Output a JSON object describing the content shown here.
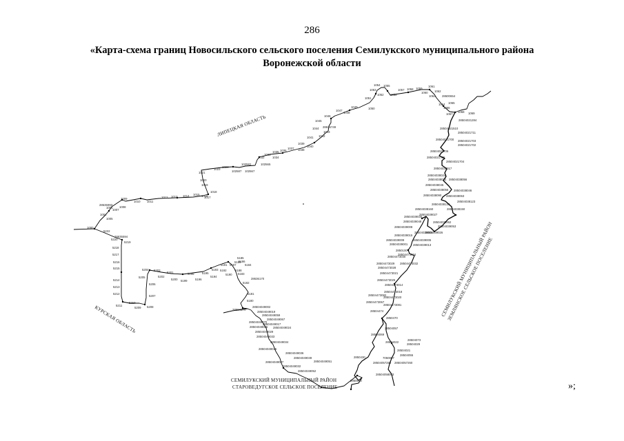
{
  "page": {
    "number": "286",
    "title_line1": "«Карта-схема границ Новосильского сельского поселения Семилукского муниципального района",
    "title_line2": "Воронежской области",
    "closing_mark": "»;"
  },
  "map": {
    "line_color": "#000000",
    "region_labels": {
      "north": "ЛИПЕЦКАЯ ОБЛАСТЬ",
      "southwest": "КУРСКАЯ ОБЛАСТЬ",
      "east_line1": "СЕМИЛУКСКИЙ МУНИЦИПАЛЬНЫЙ РАЙОН",
      "east_line2": "ЗЕМЛЯНСКОЕ СЕЛЬСКОЕ ПОСЕЛЕНИЕ",
      "south_line1": "СЕМИЛУКСКИЙ МУНИЦИПАЛЬНЫЙ РАЙОН",
      "south_line2": "СТАРОВЕДУГСКОЕ СЕЛЬСКОЕ ПОСЕЛЕНИЕ"
    },
    "point_labels": {
      "n1054": "1054",
      "n1055": "1055",
      "n1053": "1053",
      "n1052": "1052",
      "n1051": "1051",
      "n1050": "1050",
      "n1056": "1056",
      "n1057": "1057",
      "n1058": "1058",
      "n1059": "1059",
      "n1060": "1060",
      "n1061": "1061",
      "n1062": "1062",
      "n1063": "1063",
      "n1064": "1064",
      "n1065": "1065",
      "n1066": "1066",
      "n1067": "1067",
      "n1068": "1068",
      "n1069": "1069",
      "n28600654": "28600654",
      "n1049": "1049",
      "n1048": "1048",
      "n1047": "1047",
      "n1046": "1046",
      "n1045": "1045",
      "n1044": "1044",
      "n1043": "1043",
      "n1042": "1042",
      "n1041": "1041",
      "n1040": "1040",
      "n1039": "1039",
      "n1038": "1038",
      "n1037": "1037",
      "n1036": "1036",
      "n1035": "1035",
      "n1034": "1034",
      "n1033": "1033",
      "n1032": "1032",
      "n28636749": "28636749",
      "n102582": "102582",
      "n102587": "102587",
      "n102567": "102567",
      "n102565": "102565",
      "n1024": "1024",
      "n1023": "1023",
      "n1021": "1021",
      "n1020": "1020",
      "n1019": "1019",
      "n1018": "1018",
      "n1017": "1017",
      "n1016": "1016",
      "n1015": "1015",
      "n1014": "1014",
      "n1013": "1013",
      "n1012": "1012",
      "n1011": "1011",
      "n1010": "1010",
      "n1009": "1009",
      "n1008": "1008",
      "n1007": "1007",
      "n1006": "1006",
      "n1005": "1005",
      "n1004": "1004",
      "n1000": "1000",
      "n28635993": "28635993",
      "n5222": "5222",
      "n5220": "5220",
      "n28635594": "28635594",
      "n5219": "5219",
      "n5218": "5218",
      "n5217": "5217",
      "n5216": "5216",
      "n5215": "5215",
      "n5214": "5214",
      "n5213": "5213",
      "n5212": "5212",
      "n5211": "5211",
      "n5210": "5210",
      "n5209": "5209",
      "n5208": "5208",
      "n5207": "5207",
      "n5206": "5206",
      "n5205": "5205",
      "n5204": "5204",
      "n5203": "5203",
      "n5202": "5202",
      "n5201": "5201",
      "n5200": "5200",
      "n5199": "5199",
      "n5198": "5198",
      "n5196": "5196",
      "n5195": "5195",
      "n5194": "5194",
      "n5193": "5193",
      "n5192": "5192",
      "n5191": "5191",
      "n5190": "5190",
      "n5189": "5189",
      "n5188": "5188",
      "n5187": "5187",
      "n5186": "5186",
      "n5185": "5185",
      "n5184": "5184",
      "n5183": "5183",
      "n28636170": "28636170",
      "n5182": "5182",
      "n5181": "5181",
      "n5180": "5180",
      "n28504174": "28504174"
    },
    "long_labels": [
      "28504049002",
      "28504049019",
      "28504049059",
      "28504049067",
      "28504049070",
      "28504049017",
      "28504049086",
      "28504049024",
      "28504049029",
      "28504049033",
      "28504049034",
      "28504049035",
      "28504049036",
      "28504049049",
      "28504049037",
      "28504049032",
      "28504049051",
      "28504049052",
      "2850430",
      "2850550",
      "28504058063",
      "28504057260",
      "28504057280",
      "7050807",
      "28504021",
      "28504073",
      "28504022",
      "28504029",
      "28504055",
      "28504069",
      "28504057",
      "2850470",
      "28504474",
      "28504473067",
      "28504473082",
      "28504473081",
      "28504473014",
      "28504473018",
      "28504473020",
      "28504473025",
      "28504473021",
      "28504473028",
      "28504473029",
      "28504473032",
      "28504473034",
      "28504473030",
      "2850100",
      "28504039001",
      "28504039005",
      "28504039009",
      "28504039013",
      "28504039015",
      "28504039006",
      "28504039008",
      "28504039026",
      "28504039048",
      "28504039053",
      "28504039062",
      "28504039030",
      "28504039027",
      "28504038160",
      "28504038139",
      "28504038150",
      "28504038123",
      "28504038090",
      "28504038063",
      "28504038056",
      "28504038046",
      "28504038045",
      "28504038031",
      "28504038024",
      "28504038056",
      "28504038017",
      "28504021705",
      "28504021704",
      "28504021706",
      "28504021702",
      "28504021703",
      "28504021700",
      "28504021711",
      "28504021510",
      "28504021284"
    ]
  }
}
